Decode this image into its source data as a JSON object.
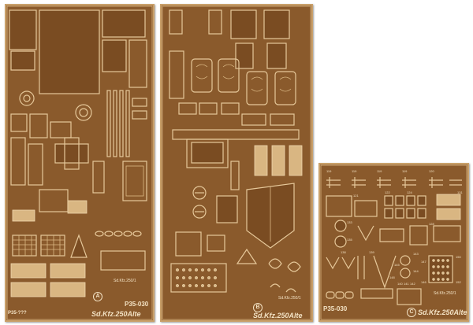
{
  "sheets": {
    "a": {
      "code": "P35-030",
      "side_code": "P35-???",
      "title": "Sd.Kfz.250Alte",
      "letter": "A",
      "small": "Sd.Kfz.250/1"
    },
    "b": {
      "title": "Sd.Kfz.250Alte",
      "letter": "B",
      "small": "Sd.Kfz.250/1"
    },
    "c": {
      "code": "P35-030",
      "title": "Sd.Kfz.250Alte",
      "letter": "C",
      "small": "Sd.Kfz.250/1",
      "part_numbers": [
        "119",
        "119",
        "119",
        "119",
        "120",
        "121",
        "122",
        "124",
        "128",
        "131",
        "133",
        "135",
        "138",
        "139",
        "140",
        "141",
        "142",
        "143",
        "144",
        "145",
        "146",
        "147",
        "148",
        "150",
        "152"
      ]
    }
  },
  "colors": {
    "background": "#ffffff",
    "brass": "#8a5a2c",
    "etch_highlight": "#e6c89a"
  }
}
